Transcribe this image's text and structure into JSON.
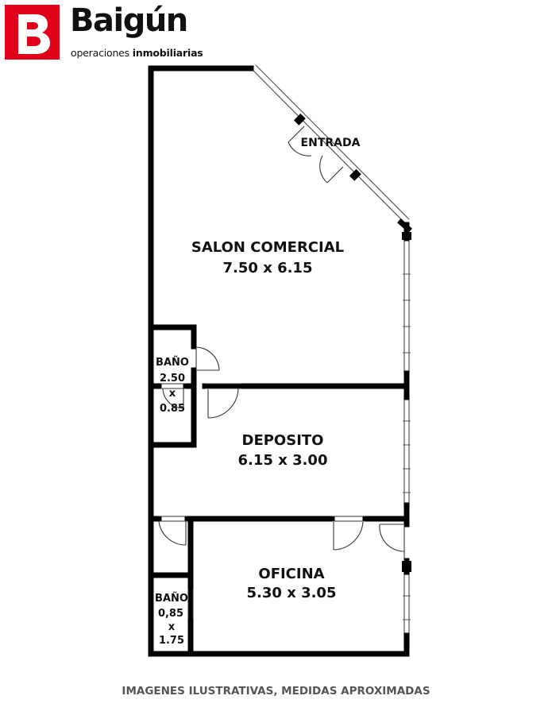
{
  "brand": {
    "logo_letter": "B",
    "name": "Baigún",
    "subtitle_regular": "operaciones",
    "subtitle_bold": "inmobiliarias",
    "accent_color": "#e1001a"
  },
  "plan": {
    "entrance_label": "ENTRADA",
    "rooms": [
      {
        "name": "SALON COMERCIAL",
        "size": "7.50 x 6.15"
      },
      {
        "name": "DEPOSITO",
        "size": "6.15 x 3.00"
      },
      {
        "name": "OFICINA",
        "size": "5.30 x 3.05"
      },
      {
        "name": "BAÑO",
        "size_lines": [
          "2.50",
          "x",
          "0.85"
        ]
      },
      {
        "name": "BAÑO",
        "size_lines": [
          "0,85",
          "x",
          "1.75"
        ]
      }
    ]
  },
  "footer": {
    "disclaimer": "IMAGENES ILUSTRATIVAS, MEDIDAS APROXIMADAS"
  }
}
